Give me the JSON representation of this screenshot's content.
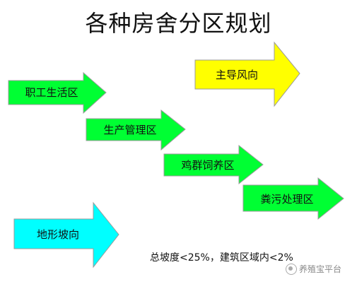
{
  "title": "各种房舍分区规划",
  "arrows": [
    {
      "label": "主导风向",
      "color": "#ffff00"
    },
    {
      "label": "职工生活区",
      "color": "#00ff33"
    },
    {
      "label": "生产管理区",
      "color": "#00ff33"
    },
    {
      "label": "鸡群饲养区",
      "color": "#00ff33"
    },
    {
      "label": "粪污处理区",
      "color": "#00ff33"
    },
    {
      "label": "地形坡向",
      "color": "#00ffff"
    }
  ],
  "note": "总坡度<25%，建筑区域内<2%",
  "watermark": "养殖宝平台"
}
